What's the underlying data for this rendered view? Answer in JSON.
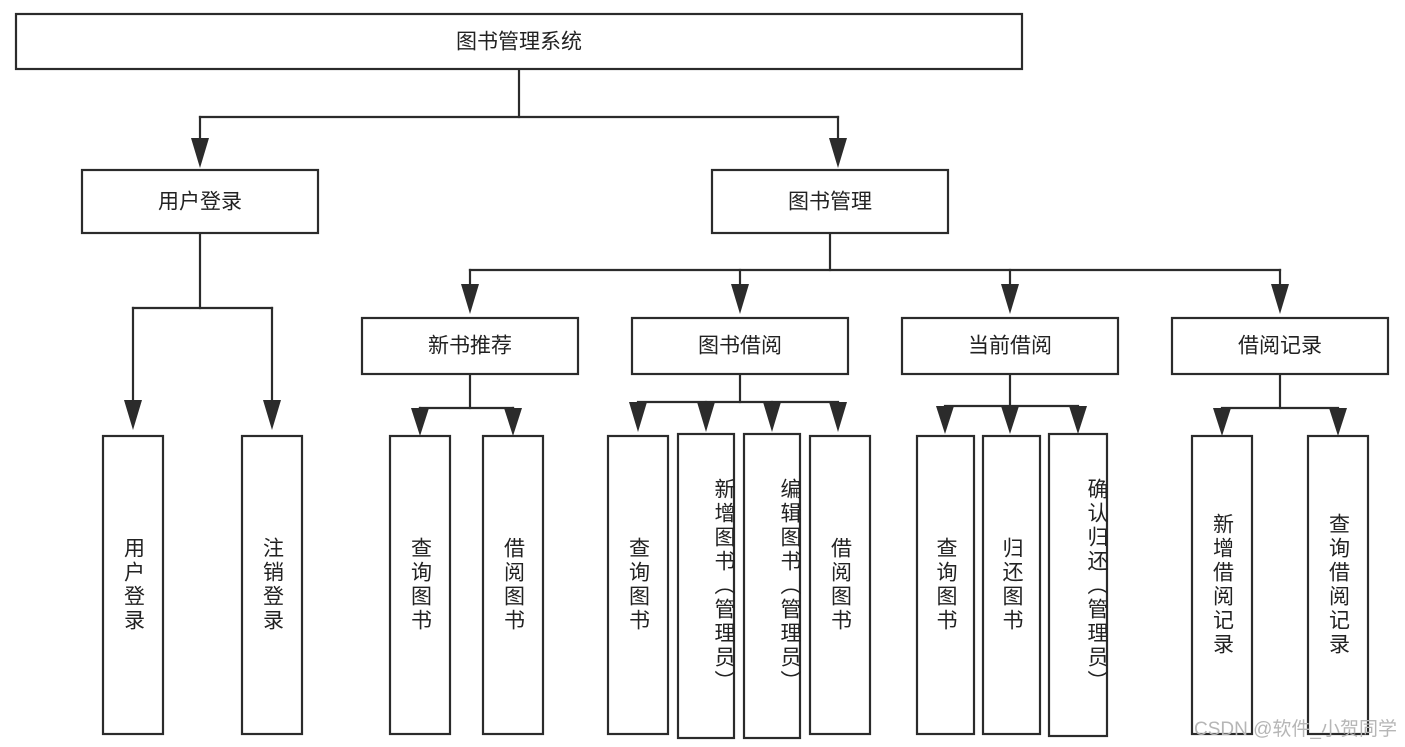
{
  "diagram": {
    "title": "图书管理系统",
    "watermark": "CSDN @软件_小贺同学",
    "colors": {
      "stroke": "#2b2b2b",
      "fill": "#ffffff",
      "text": "#222222",
      "watermark": "#b6b6b6"
    },
    "levels": {
      "root": {
        "label": "图书管理系统"
      },
      "level2": [
        {
          "label": "用户登录"
        },
        {
          "label": "图书管理"
        }
      ],
      "level3": [
        {
          "label": "新书推荐"
        },
        {
          "label": "图书借阅"
        },
        {
          "label": "当前借阅"
        },
        {
          "label": "借阅记录"
        }
      ],
      "leaves": [
        {
          "label": "用户登录",
          "parent": "用户登录"
        },
        {
          "label": "注销登录",
          "parent": "用户登录"
        },
        {
          "label": "查询图书",
          "parent": "新书推荐"
        },
        {
          "label": "借阅图书",
          "parent": "新书推荐"
        },
        {
          "label": "查询图书",
          "parent": "图书借阅"
        },
        {
          "label": "新增图书（管理员）",
          "parent": "图书借阅"
        },
        {
          "label": "编辑图书（管理员）",
          "parent": "图书借阅"
        },
        {
          "label": "借阅图书",
          "parent": "图书借阅"
        },
        {
          "label": "查询图书",
          "parent": "当前借阅"
        },
        {
          "label": "归还图书",
          "parent": "当前借阅"
        },
        {
          "label": "确认归还（管理员）",
          "parent": "当前借阅"
        },
        {
          "label": "新增借阅记录",
          "parent": "借阅记录"
        },
        {
          "label": "查询借阅记录",
          "parent": "借阅记录"
        }
      ]
    }
  }
}
